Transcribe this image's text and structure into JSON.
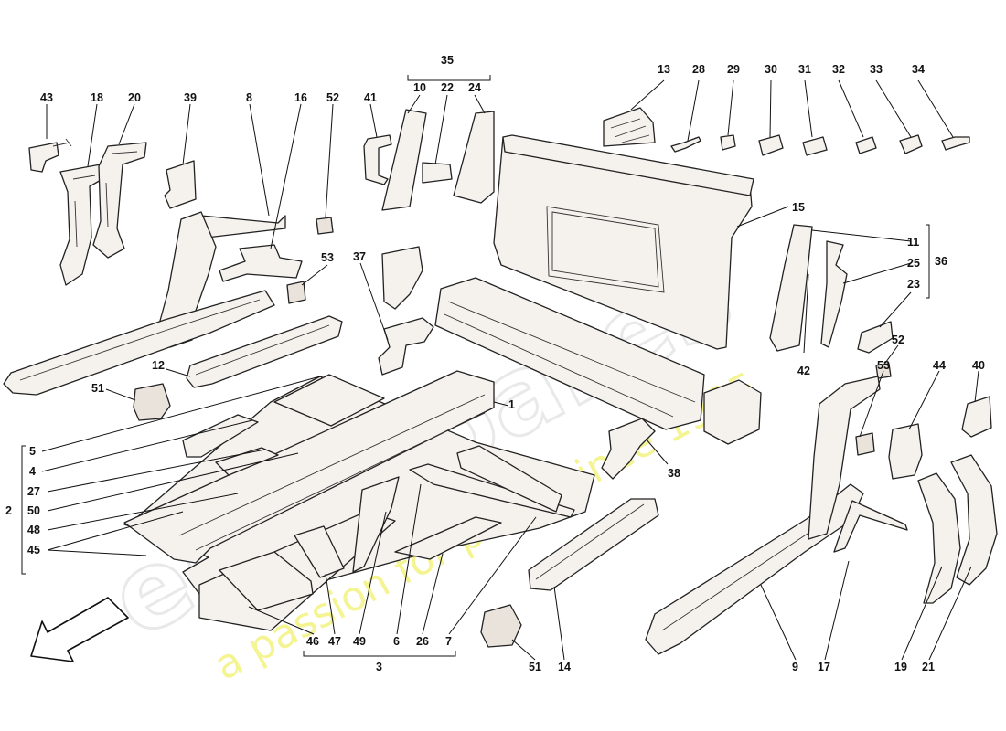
{
  "watermark": {
    "brand": "eurospares",
    "tagline": "a passion for parts since 1985"
  },
  "callouts": {
    "n1": "1",
    "n2": "2",
    "n3": "3",
    "n4": "4",
    "n5": "5",
    "n6": "6",
    "n7": "7",
    "n8": "8",
    "n9": "9",
    "n10": "10",
    "n11": "11",
    "n12": "12",
    "n13": "13",
    "n14": "14",
    "n15": "15",
    "n16": "16",
    "n17": "17",
    "n18": "18",
    "n19": "19",
    "n20": "20",
    "n21": "21",
    "n22": "22",
    "n23": "23",
    "n24": "24",
    "n25": "25",
    "n26": "26",
    "n27": "27",
    "n28": "28",
    "n29": "29",
    "n30": "30",
    "n31": "31",
    "n32": "32",
    "n33": "33",
    "n34": "34",
    "n35": "35",
    "n36": "36",
    "n37": "37",
    "n38": "38",
    "n39": "39",
    "n40": "40",
    "n41": "41",
    "n42": "42",
    "n43": "43",
    "n44": "44",
    "n45": "45",
    "n46": "46",
    "n47": "47",
    "n48": "48",
    "n49": "49",
    "n50": "50",
    "n51": "51",
    "n52": "52",
    "n53": "53"
  },
  "colors": {
    "line": "#222222",
    "part_fill": "#f5f1ed",
    "watermark_grey": "#cfcfcf",
    "watermark_yellow": "#e6e600"
  }
}
